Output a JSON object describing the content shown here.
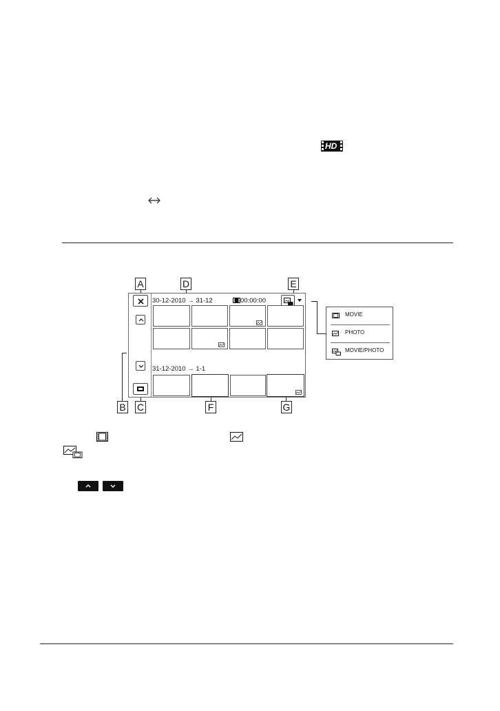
{
  "hd_badge": "HD",
  "diagram": {
    "callouts": [
      "A",
      "B",
      "C",
      "D",
      "E",
      "F",
      "G"
    ],
    "date_range_1": "30-12-2010 → 31-12",
    "duration": "00:00:00",
    "date_range_2": "31-12-2010 → 1-1",
    "menu": {
      "items": [
        {
          "label": "MOVIE",
          "icon": "movie-icon"
        },
        {
          "label": "PHOTO",
          "icon": "photo-icon"
        },
        {
          "label": "MOVIE/PHOTO",
          "icon": "movie-photo-icon"
        }
      ]
    }
  },
  "icons": [
    "swap-arrows-icon",
    "close-icon",
    "scroll-up-icon",
    "scroll-down-icon",
    "view-toggle-icon",
    "dropdown-arrow-icon"
  ]
}
